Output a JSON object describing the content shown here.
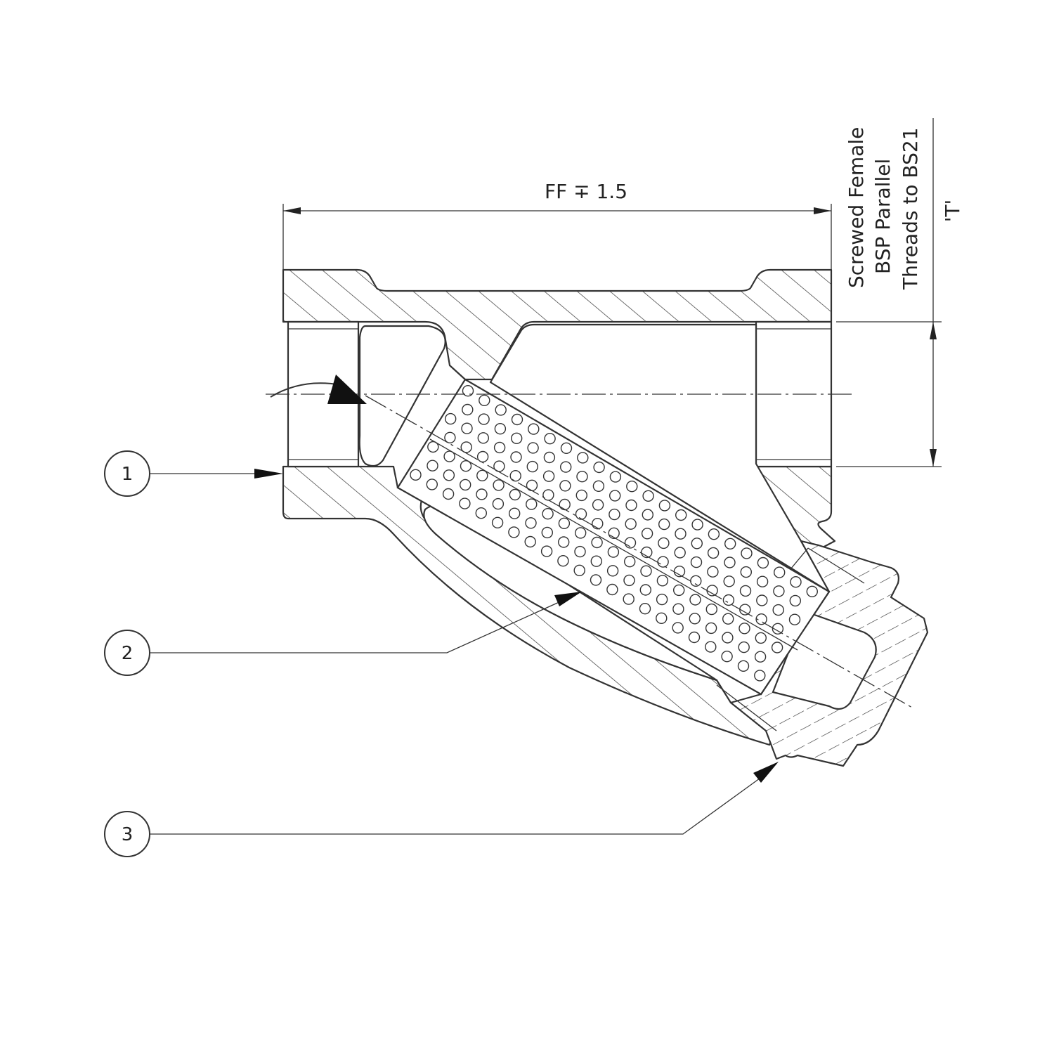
{
  "dimensions": {
    "face_to_face": "FF ∓ 1.5",
    "thread_note_line1": "Screwed Female",
    "thread_note_line2": "BSP Parallel",
    "thread_note_line3": "Threads to BS21",
    "thread_size": "'T'"
  },
  "balloons": [
    {
      "number": "1"
    },
    {
      "number": "2"
    },
    {
      "number": "3"
    }
  ]
}
